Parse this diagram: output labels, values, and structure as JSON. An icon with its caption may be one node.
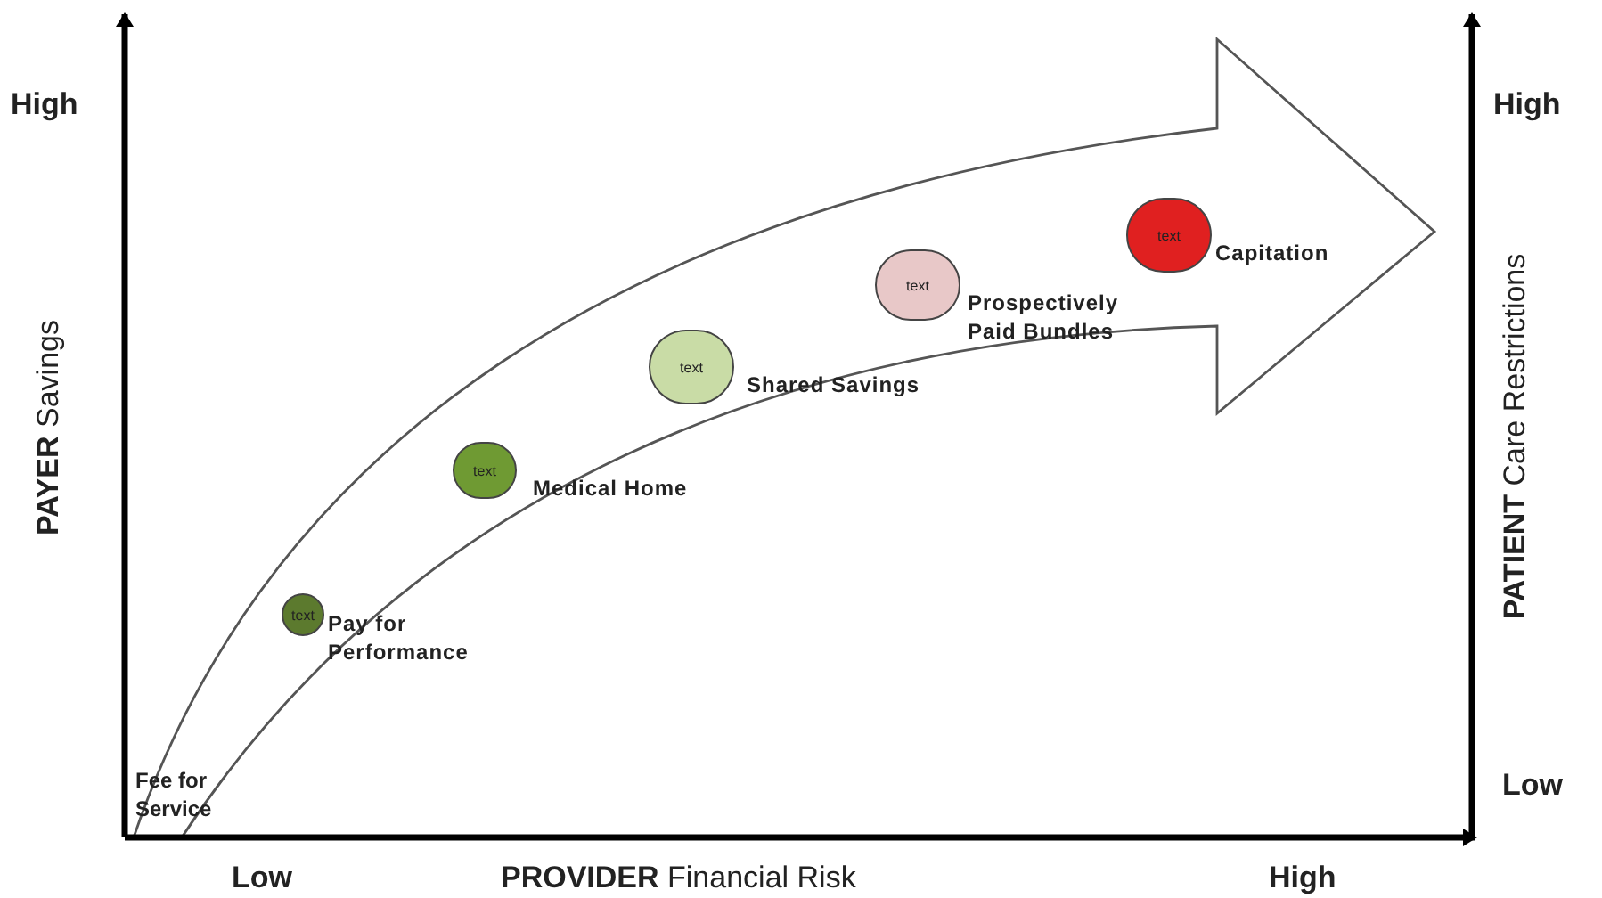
{
  "diagram": {
    "nodes": [
      {
        "text": [
          "text"
        ],
        "beside": [
          "Pay for Performance"
        ]
      },
      {
        "text": [
          "text"
        ],
        "beside": [
          "Medical Home"
        ]
      },
      {
        "text": [
          "text"
        ],
        "beside": [
          "Shared Savings"
        ]
      },
      {
        "text": [
          "text"
        ],
        "beside": [
          "Prospectively Paid Bundles"
        ]
      },
      {
        "text": [
          "text"
        ],
        "beside": [
          "Capitation"
        ]
      }
    ],
    "labels": [
      "High",
      "High",
      "**PAYER** Savings",
      "**PATIENT** Care Restrictions",
      "Fee for Service",
      "Low",
      "Low",
      "**PROVIDER** Financial Risk",
      "High"
    ]
  }
}
